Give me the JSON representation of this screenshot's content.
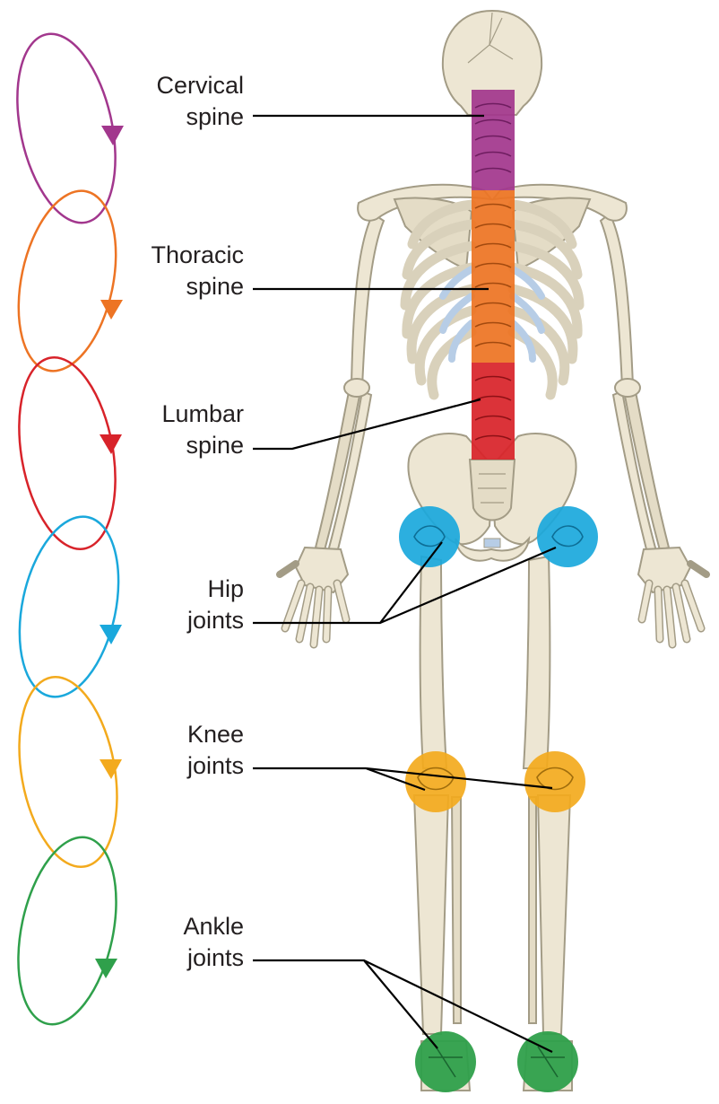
{
  "labels": {
    "cervical": [
      "Cervical",
      "spine"
    ],
    "thoracic": [
      "Thoracic",
      "spine"
    ],
    "lumbar": [
      "Lumbar",
      "spine"
    ],
    "hip": [
      "Hip",
      "joints"
    ],
    "knee": [
      "Knee",
      "joints"
    ],
    "ankle": [
      "Ankle",
      "joints"
    ]
  },
  "colors": {
    "cervical": "#a2378d",
    "thoracic": "#ed7424",
    "lumbar": "#d8232a",
    "hip": "#1aa8dc",
    "knee": "#f3aa1d",
    "ankle": "#2fa04b",
    "bone_fill": "#ede6d3",
    "bone_outline": "#a39c86",
    "rib_cartilage": "#b7cde6"
  },
  "loop_order": [
    "cervical",
    "thoracic",
    "lumbar",
    "hip",
    "knee",
    "ankle"
  ]
}
